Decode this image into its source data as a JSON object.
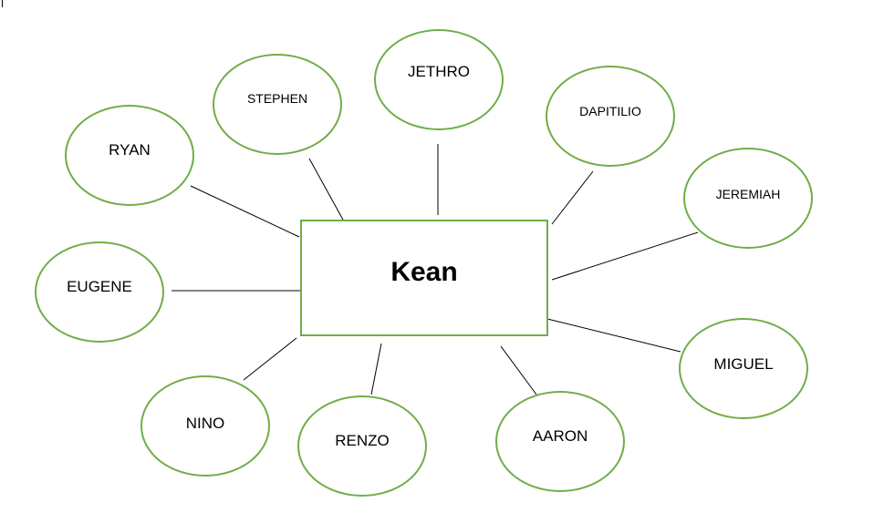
{
  "diagram": {
    "center": {
      "label": "Kean"
    },
    "nodes": [
      {
        "id": "ryan",
        "label": "RYAN"
      },
      {
        "id": "stephen",
        "label": "STEPHEN"
      },
      {
        "id": "jethro",
        "label": "JETHRO"
      },
      {
        "id": "dapitilio",
        "label": "DAPITILIO"
      },
      {
        "id": "jeremiah",
        "label": "JEREMIAH"
      },
      {
        "id": "eugene",
        "label": "EUGENE"
      },
      {
        "id": "miguel",
        "label": "MIGUEL"
      },
      {
        "id": "nino",
        "label": "NINO"
      },
      {
        "id": "renzo",
        "label": "RENZO"
      },
      {
        "id": "aaron",
        "label": "AARON"
      }
    ],
    "colors": {
      "shape_outline": "#70ad47",
      "connector": "#000000",
      "text": "#000000",
      "background": "#ffffff"
    }
  }
}
